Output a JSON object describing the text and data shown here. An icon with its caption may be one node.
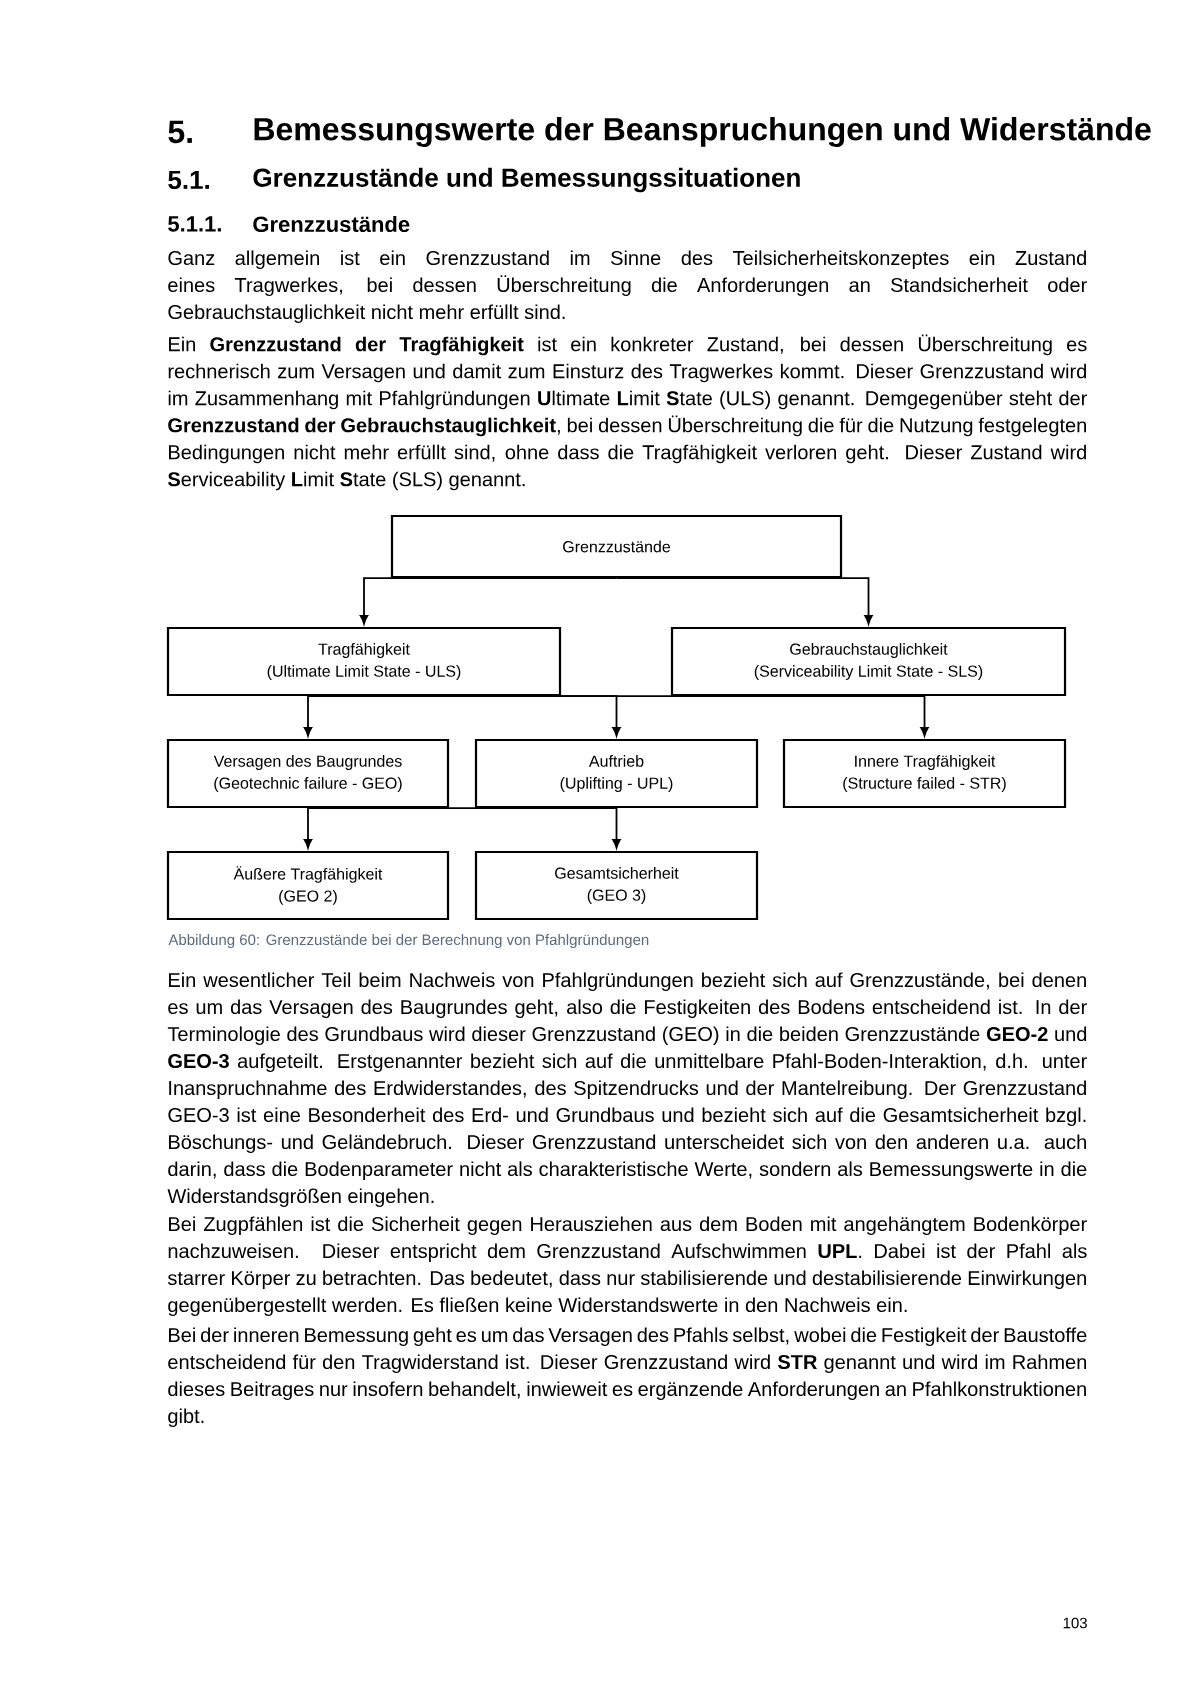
{
  "diagram": {
    "caption": "Abbildung 60: Grenzzustände bei der Berechnung von Pfahlgründungen",
    "nodes": [
      {
        "text": [
          "Grenzzustände"
        ]
      },
      {
        "text": [
          "Tragfähigkeit",
          "(Ultimate Limit State - ULS)"
        ]
      },
      {
        "text": [
          "Gebrauchstauglichkeit",
          "(Serviceability Limit State - SLS)"
        ]
      },
      {
        "text": [
          "Versagen des Baugrundes",
          "(Geotechnic failure - GEO)"
        ]
      },
      {
        "text": [
          "Auftrieb",
          "(Uplifting - UPL)"
        ]
      },
      {
        "text": [
          "Innere Tragfähigkeit",
          "(Structure failed - STR)"
        ]
      },
      {
        "text": [
          "Äußere Tragfähigkeit",
          "(GEO 2)"
        ]
      },
      {
        "text": [
          "Gesamtsicherheit",
          "(GEO 3)"
        ]
      }
    ],
    "edges": [
      {
        "from": 0,
        "to": 1,
        "arrow": "to"
      },
      {
        "from": 0,
        "to": 2,
        "arrow": "to"
      },
      {
        "from": 1,
        "to": 3,
        "arrow": "to"
      },
      {
        "from": 1,
        "to": 4,
        "arrow": "to"
      },
      {
        "from": 1,
        "to": 5,
        "arrow": "to"
      },
      {
        "from": 3,
        "to": 6,
        "arrow": "to"
      },
      {
        "from": 3,
        "to": 7,
        "arrow": "to"
      }
    ],
    "labels": [
      "5.",
      "Bemessungswerte der Beanspruchungen und Widerstände",
      "5.1.",
      "Grenzzustände und Bemessungssituationen",
      "5.1.1.",
      "Grenzzustände",
      "Ganz allgemein ist ein Grenzzustand im Sinne des Teilsicherheitskonzeptes ein Zustand eines Tragwerkes, bei dessen Überschreitung die Anforderungen an Standsicherheit oder Gebrauchstauglichkeit nicht mehr erfüllt sind.",
      "Ein **Grenzzustand der Tragfähigkeit** ist ein konkreter Zustand, bei dessen Überschreitung es rechnerisch zum Versagen und damit zum Einsturz des Tragwerkes kommt. Dieser Grenzzustand wird im Zusammenhang mit Pfahlgründungen **U**ltimate **L**imit **S**tate (ULS) genannt. Demgegenüber steht der **Grenzzustand der Gebrauchstauglichkeit**, bei dessen Überschreitung die für die Nutzung festgelegten Bedingungen nicht mehr erfüllt sind, ohne dass die Tragfähigkeit verloren geht. Dieser Zustand wird **S**erviceability **L**imit **S**tate (SLS) genannt.",
      "Ein wesentlicher Teil beim Nachweis von Pfahlgründungen bezieht sich auf Grenzzustände, bei denen es um das Versagen des Baugrundes geht, also die Festigkeiten des Bodens entscheidend ist. In der Terminologie des Grundbaus wird dieser Grenzzustand (GEO) in die beiden Grenzzustände **GEO-2** und **GEO-3** aufgeteilt. Erstgenannter bezieht sich auf die unmittelbare Pfahl-Boden-Interaktion, d.h. unter Inanspruchnahme des Erdwiderstandes, des Spitzendrucks und der Mantelreibung. Der Grenzzustand GEO-3 ist eine Besonderheit des Erd- und Grundbaus und bezieht sich auf die Gesamtsicherheit bzgl. Böschungs- und Geländebruch. Dieser Grenzzustand unterscheidet sich von den anderen u.a. auch darin, dass die Bodenparameter nicht als charakteristische Werte, sondern als Bemessungswerte in die Widerstandsgrößen eingehen.",
      "Bei Zugpfählen ist die Sicherheit gegen Herausziehen aus dem Boden mit angehängtem Bodenkörper nachzuweisen. Dieser entspricht dem Grenzzustand Aufschwimmen **UPL**. Dabei ist der Pfahl als starrer Körper zu betrachten. Das bedeutet, dass nur stabilisierende und destabilisierende Einwirkungen gegenübergestellt werden. Es fließen keine Widerstandswerte in den Nachweis ein.",
      "Bei der inneren Bemessung geht es um das Versagen des Pfahls selbst, wobei die Festigkeit der Baustoffe entscheidend für den Tragwiderstand ist. Dieser Grenzzustand wird **STR** genannt und wird im Rahmen dieses Beitrages nur insofern behandelt, inwieweit es ergänzende Anforderungen an Pfahlkonstruktionen gibt.",
      "103"
    ]
  }
}
